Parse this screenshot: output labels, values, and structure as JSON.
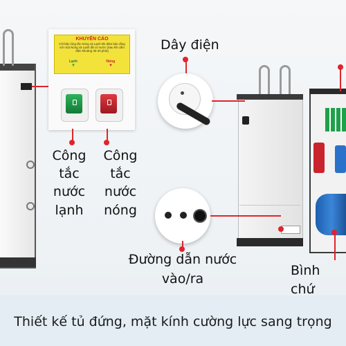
{
  "warning_panel": {
    "title": "KHUYẾN CÁO",
    "body": "Chỉ bật công tắc Nóng và Lạnh khi đảm bảo rằng với ruột Nóng và Lạnh đã có nước (Sau khi cấm điện khoảng 30-40 phút)",
    "cold_label": "Lạnh",
    "hot_label": "Nóng"
  },
  "labels": {
    "power_cord": "Dây điện",
    "cold_switch": [
      "Công",
      "tắc",
      "nước",
      "lạnh"
    ],
    "hot_switch": [
      "Công",
      "tắc",
      "nước",
      "nóng"
    ],
    "water_line": [
      "Đường dẫn nước",
      "vào/ra"
    ],
    "tank": "Bình chứ"
  },
  "caption": "Thiết kế tủ đứng, mặt kính cường lực sang trọng",
  "colors": {
    "accent_red": "#e0242b",
    "warning_yellow": "#f3e23a",
    "switch_green": "#1f9a4a",
    "switch_red": "#c9232d"
  }
}
